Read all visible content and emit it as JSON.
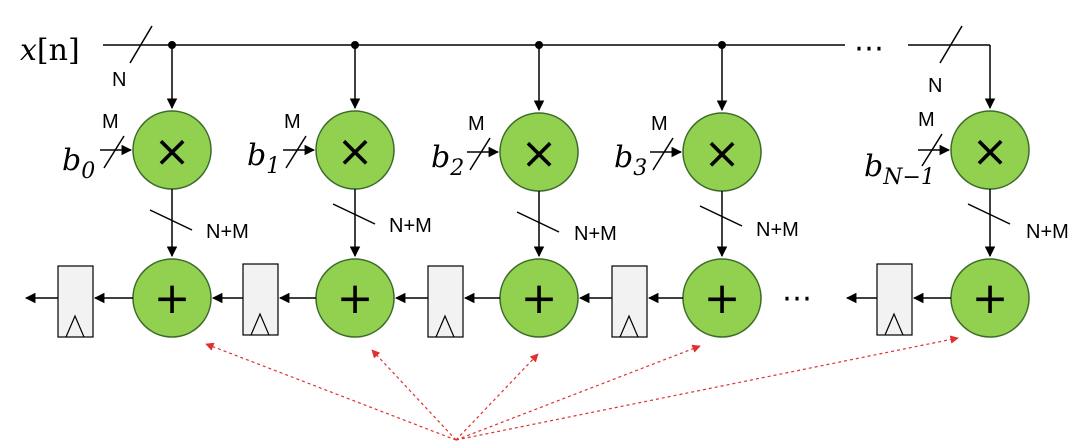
{
  "input_signal": {
    "var": "x",
    "bracket": "[n]"
  },
  "bus_widths": {
    "input": "N",
    "coef": "M",
    "product": "N+M"
  },
  "coefficients": [
    {
      "base": "b",
      "sub": "0"
    },
    {
      "base": "b",
      "sub": "1"
    },
    {
      "base": "b",
      "sub": "2"
    },
    {
      "base": "b",
      "sub": "3"
    },
    {
      "base": "b",
      "sub": "N−1"
    }
  ],
  "ellipsis": "⋯",
  "operators": {
    "multiply": "×",
    "add": "+"
  },
  "colors": {
    "node_fill": "#92d050",
    "node_stroke": "#3c6a2a",
    "register_fill": "#f2f2f2",
    "wire": "#000000",
    "annotation_arrow": "#e03030"
  }
}
